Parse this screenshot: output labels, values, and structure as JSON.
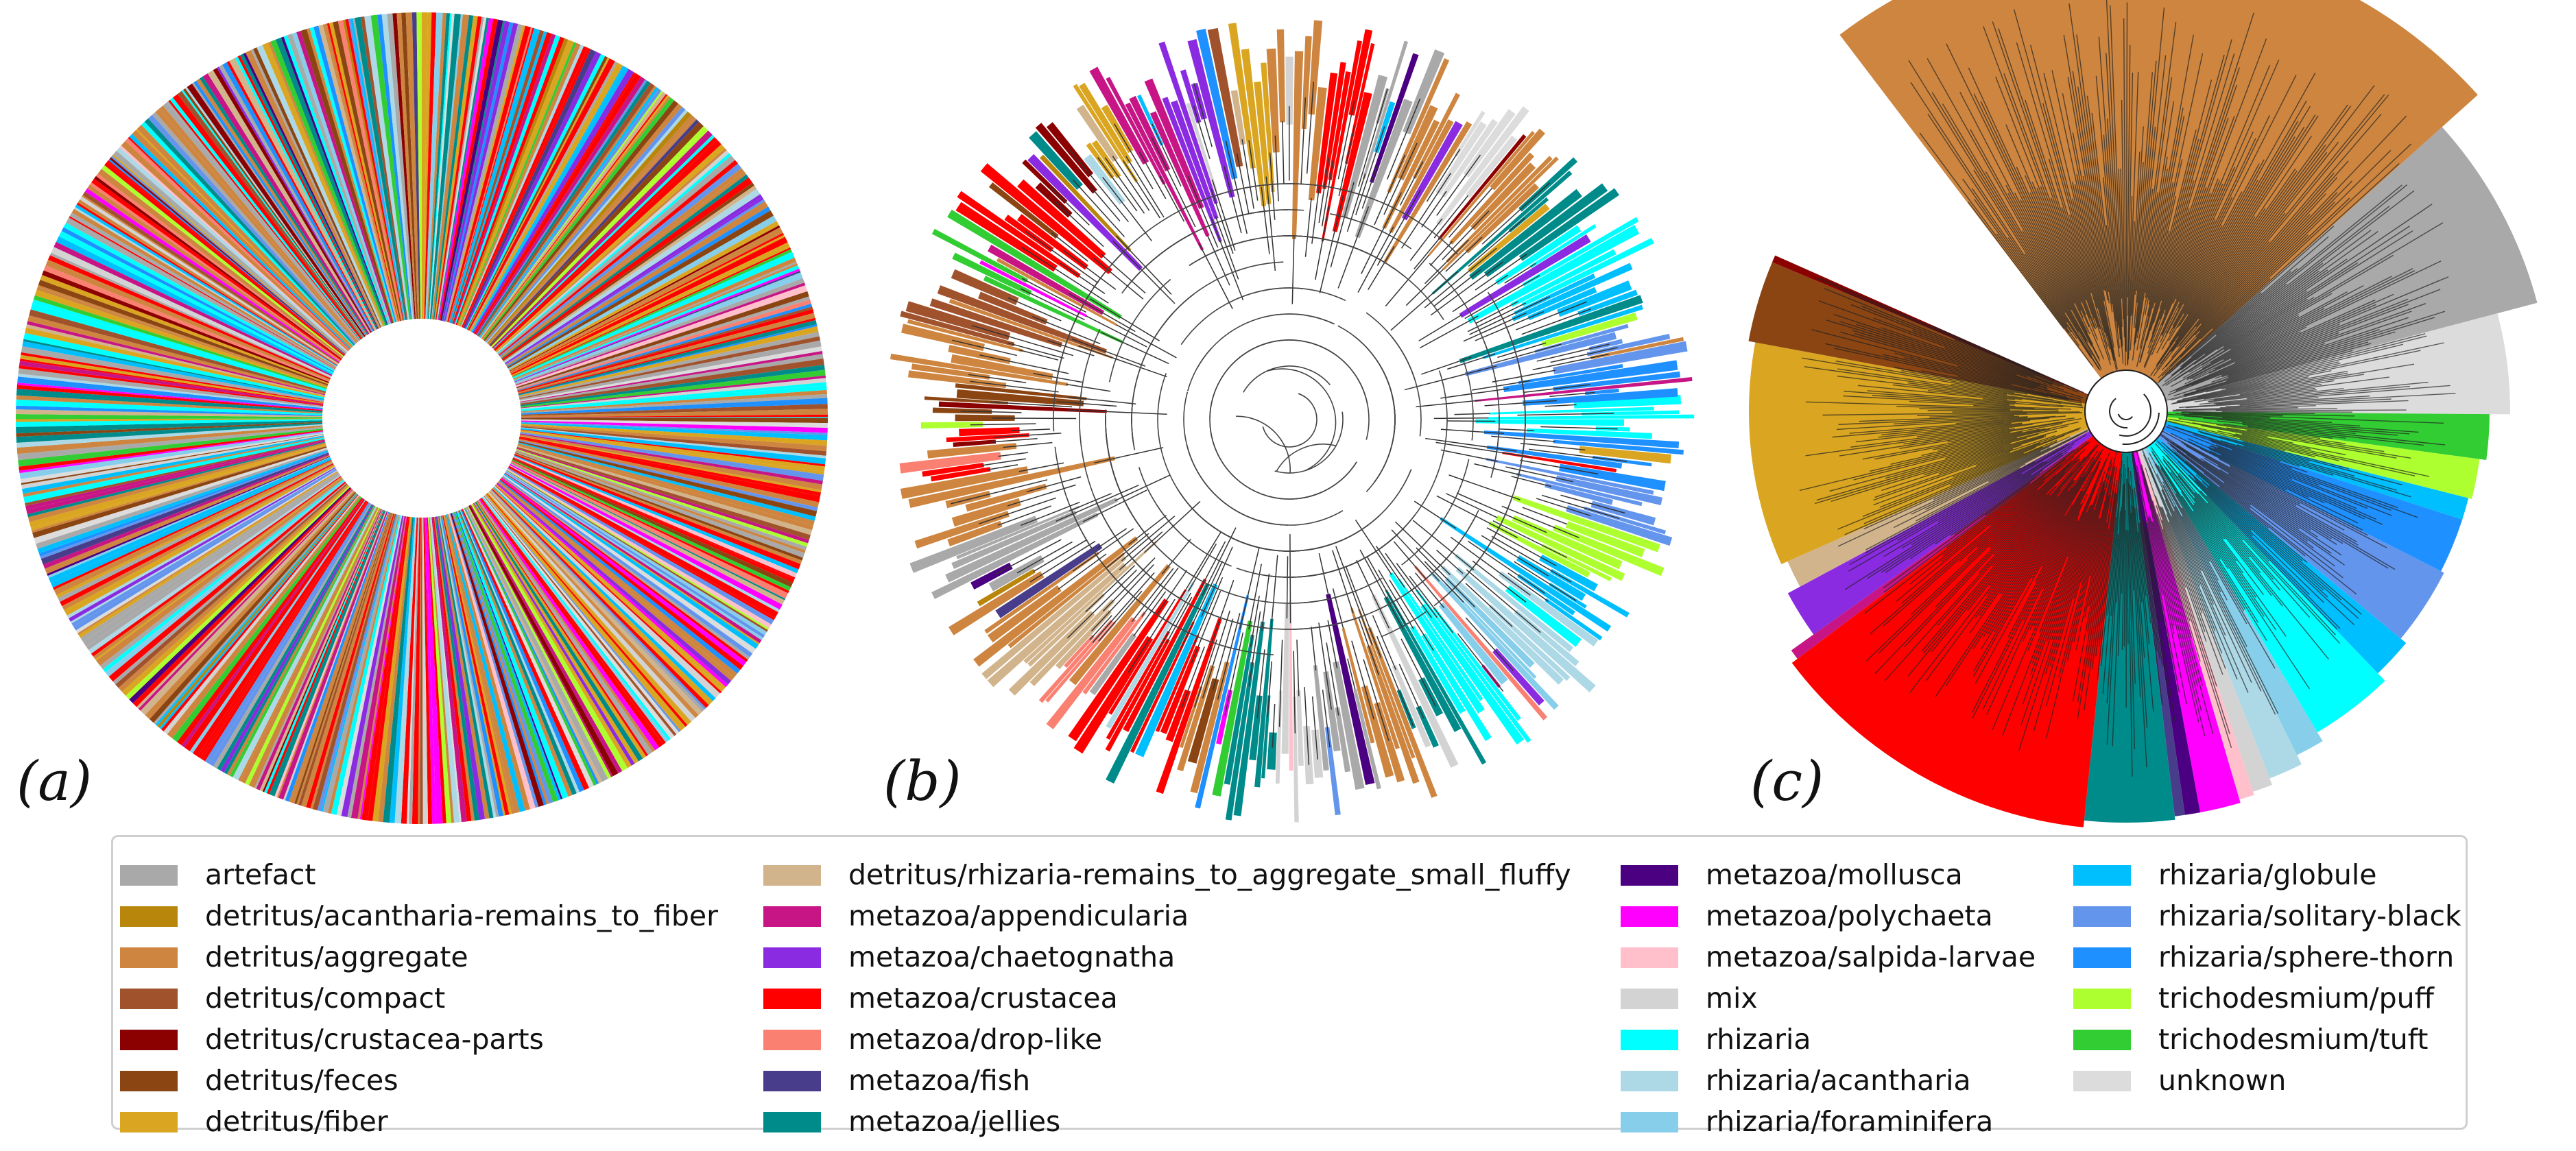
{
  "panel_labels": {
    "a": "(a)",
    "b": "(b)",
    "c": "(c)"
  },
  "legend": [
    {
      "label": "artefact",
      "color": "#A9A9A9"
    },
    {
      "label": "detritus/acantharia-remains_to_fiber",
      "color": "#B8860B"
    },
    {
      "label": "detritus/aggregate",
      "color": "#CD853F"
    },
    {
      "label": "detritus/compact",
      "color": "#A0522D"
    },
    {
      "label": "detritus/crustacea-parts",
      "color": "#8B0000"
    },
    {
      "label": "detritus/feces",
      "color": "#8B4513"
    },
    {
      "label": "detritus/fiber",
      "color": "#DAA520"
    },
    {
      "label": "detritus/rhizaria-remains_to_aggregate_small_fluffy",
      "color": "#D2B48C"
    },
    {
      "label": "metazoa/appendicularia",
      "color": "#C71585"
    },
    {
      "label": "metazoa/chaetognatha",
      "color": "#8A2BE2"
    },
    {
      "label": "metazoa/crustacea",
      "color": "#FF0000"
    },
    {
      "label": "metazoa/drop-like",
      "color": "#FA8072"
    },
    {
      "label": "metazoa/fish",
      "color": "#483D8B"
    },
    {
      "label": "metazoa/jellies",
      "color": "#008B8B"
    },
    {
      "label": "metazoa/mollusca",
      "color": "#4B0082"
    },
    {
      "label": "metazoa/polychaeta",
      "color": "#FF00FF"
    },
    {
      "label": "metazoa/salpida-larvae",
      "color": "#FFC0CB"
    },
    {
      "label": "mix",
      "color": "#D3D3D3"
    },
    {
      "label": "rhizaria",
      "color": "#00FFFF"
    },
    {
      "label": "rhizaria/acantharia",
      "color": "#ADD8E6"
    },
    {
      "label": "rhizaria/foraminifera",
      "color": "#87CEEB"
    },
    {
      "label": "rhizaria/globule",
      "color": "#00BFFF"
    },
    {
      "label": "rhizaria/solitary-black",
      "color": "#6495ED"
    },
    {
      "label": "rhizaria/sphere-thorn",
      "color": "#1E90FF"
    },
    {
      "label": "trichodesmium/puff",
      "color": "#ADFF2F"
    },
    {
      "label": "trichodesmium/tuft",
      "color": "#32CD32"
    },
    {
      "label": "unknown",
      "color": "#DCDCDC"
    }
  ],
  "panel_c_clusters": [
    {
      "class": "detritus/aggregate",
      "color": "#CD853F",
      "share": 0.235
    },
    {
      "class": "artefact",
      "color": "#A9A9A9",
      "share": 0.075
    },
    {
      "class": "unknown",
      "color": "#DCDCDC",
      "share": 0.042
    },
    {
      "class": "trichodesmium/tuft",
      "color": "#32CD32",
      "share": 0.02
    },
    {
      "class": "trichodesmium/puff",
      "color": "#ADFF2F",
      "share": 0.018
    },
    {
      "class": "rhizaria/globule",
      "color": "#00BFFF",
      "share": 0.01
    },
    {
      "class": "rhizaria/sphere-thorn",
      "color": "#1E90FF",
      "share": 0.025
    },
    {
      "class": "rhizaria/solitary-black",
      "color": "#6495ED",
      "share": 0.035
    },
    {
      "class": "rhizaria/globule",
      "color": "#00BFFF",
      "share": 0.018
    },
    {
      "class": "rhizaria",
      "color": "#00FFFF",
      "share": 0.036
    },
    {
      "class": "rhizaria/foraminifera",
      "color": "#87CEEB",
      "share": 0.012
    },
    {
      "class": "rhizaria/acantharia",
      "color": "#ADD8E6",
      "share": 0.014
    },
    {
      "class": "mix",
      "color": "#D3D3D3",
      "share": 0.008
    },
    {
      "class": "metazoa/salpida-larvae",
      "color": "#FFC0CB",
      "share": 0.006
    },
    {
      "class": "metazoa/polychaeta",
      "color": "#FF00FF",
      "share": 0.016
    },
    {
      "class": "metazoa/mollusca",
      "color": "#4B0082",
      "share": 0.006
    },
    {
      "class": "metazoa/fish",
      "color": "#483D8B",
      "share": 0.004
    },
    {
      "class": "metazoa/jellies",
      "color": "#008B8B",
      "share": 0.035
    },
    {
      "class": "metazoa/crustacea",
      "color": "#FF0000",
      "share": 0.13
    },
    {
      "class": "metazoa/appendicularia",
      "color": "#C71585",
      "share": 0.004
    },
    {
      "class": "metazoa/chaetognatha",
      "color": "#8A2BE2",
      "share": 0.02
    },
    {
      "class": "detritus/rhizaria-remains_to_aggregate_small_fluffy",
      "color": "#D2B48C",
      "share": 0.012
    },
    {
      "class": "detritus/fiber",
      "color": "#DAA520",
      "share": 0.095
    },
    {
      "class": "detritus/feces",
      "color": "#8B4513",
      "share": 0.034
    },
    {
      "class": "detritus/crustacea-parts",
      "color": "#8B0000",
      "share": 0.003
    }
  ]
}
